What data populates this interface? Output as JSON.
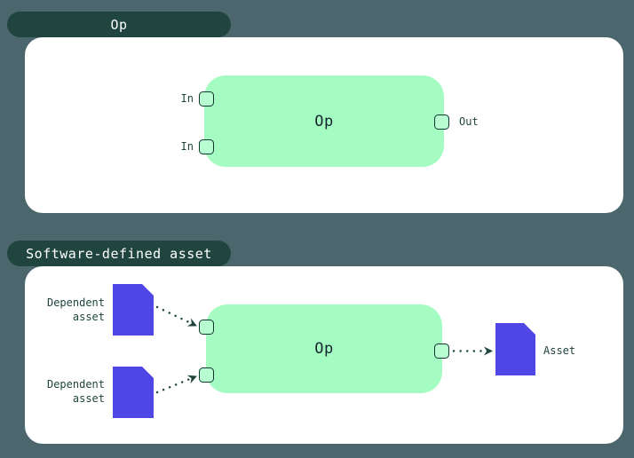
{
  "colors": {
    "page_bg": "#4b666c",
    "pill_bg": "#20453e",
    "card_bg": "#ffffff",
    "node_green": "#a5fcc2",
    "port_fill": "#b7fdd1",
    "port_border": "#12372f",
    "doc_purple": "#4f46e5",
    "label_color": "#1e443d",
    "node_text": "#16242e",
    "arrow_color": "#1e443d",
    "pill_text": "#ffffff"
  },
  "section_op": {
    "tag_label": "Op",
    "node_label": "Op",
    "input1_label": "In",
    "input2_label": "In",
    "output_label": "Out"
  },
  "section_sda": {
    "tag_label": "Software-defined asset",
    "node_label": "Op",
    "dependent1_label": "Dependent\nasset",
    "dependent2_label": "Dependent\nasset",
    "asset_label": "Asset"
  }
}
